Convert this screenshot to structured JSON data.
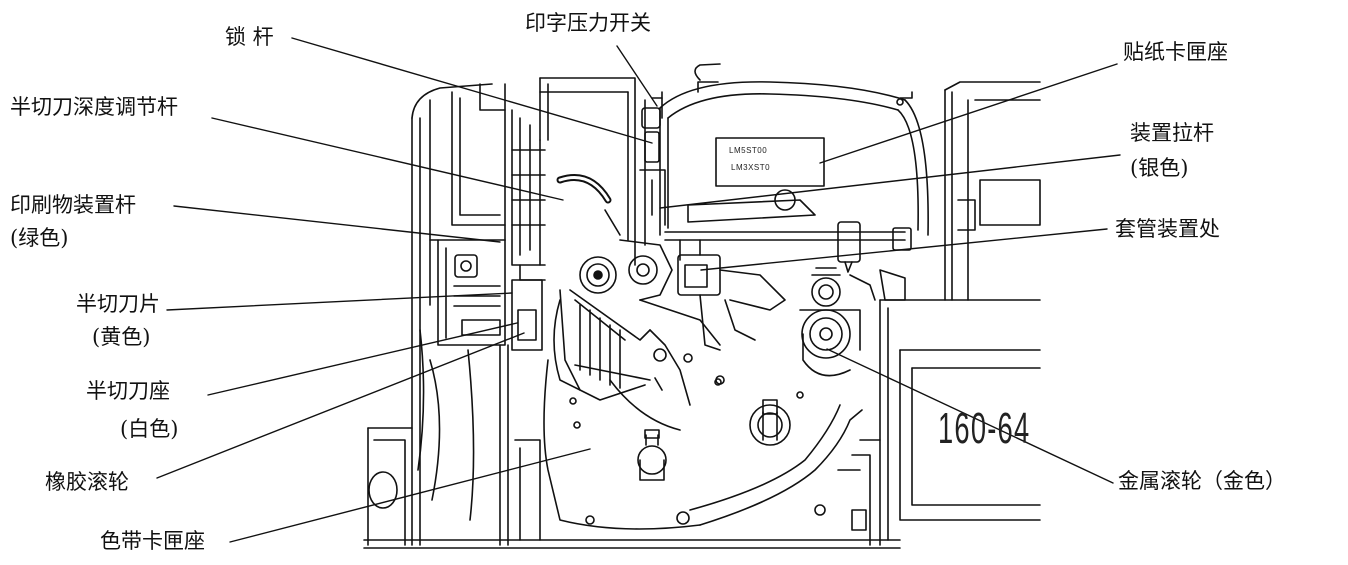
{
  "labels": {
    "lock_lever": "锁  杆",
    "print_pressure_switch": "印字压力开关",
    "half_cut_depth_lever": "半切刀深度调节杆",
    "media_set_lever": "印刷物装置杆",
    "media_set_lever_color": "(绿色)",
    "half_cut_blade": "半切刀片",
    "half_cut_blade_color": "(黄色)",
    "half_cut_holder": "半切刀座",
    "half_cut_holder_color": "(白色)",
    "rubber_roller": "橡胶滚轮",
    "ribbon_cassette_holder": "色带卡匣座",
    "label_cassette_holder": "贴纸卡匣座",
    "set_pull_lever": "装置拉杆",
    "set_pull_lever_color": "(银色)",
    "tube_set_position": "套管装置处",
    "metal_roller": "金属滚轮（金色）"
  },
  "device_text": {
    "cassette_line1": "LM5ST00",
    "cassette_line2": "LM3XST0",
    "tube_print": "160-64"
  },
  "colors": {
    "line": "#111111",
    "text": "#111111",
    "background": "#ffffff"
  }
}
